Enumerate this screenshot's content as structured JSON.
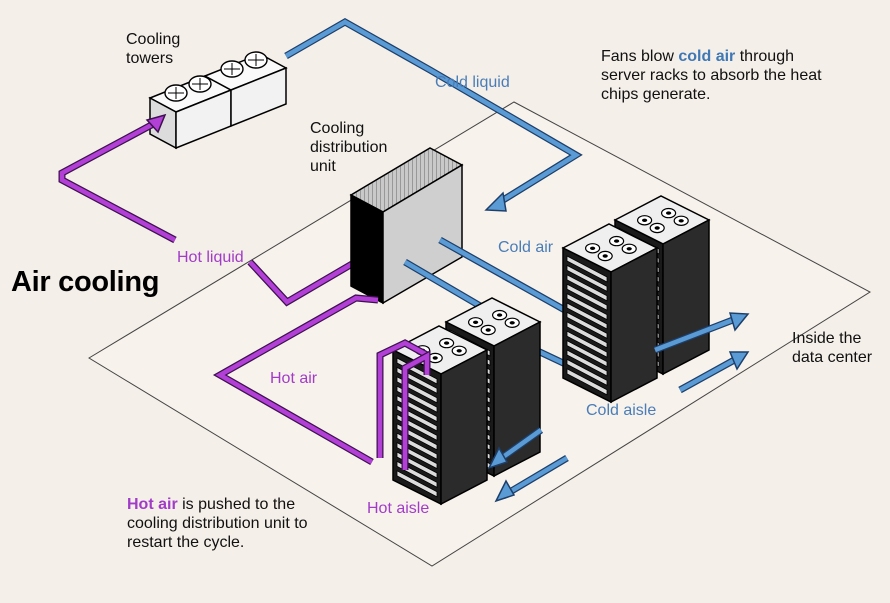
{
  "title": "Air cooling",
  "colors": {
    "cold": "#5b9bd5",
    "hot": "#b23fd6",
    "background": "#f4efe8",
    "floor": "#f6f1ea"
  },
  "labels": {
    "cooling_towers": [
      "Cooling",
      "towers"
    ],
    "cold_liquid": "Cold liquid",
    "cdu": [
      "Cooling",
      "distribution",
      "unit"
    ],
    "hot_liquid": "Hot liquid",
    "cold_air": "Cold air",
    "hot_air": "Hot air",
    "cold_aisle": "Cold aisle",
    "hot_aisle": "Hot aisle",
    "inside": [
      "Inside the",
      "data center"
    ]
  },
  "notes": {
    "fans": {
      "pre": "Fans blow ",
      "highlight": "cold air",
      "post_lines": [
        " through",
        "server racks to absorb the heat",
        "chips generate."
      ]
    },
    "hot_air": {
      "highlight": "Hot air",
      "post_lines": [
        " is pushed to the",
        "cooling distribution unit to",
        "restart the cycle."
      ]
    }
  }
}
